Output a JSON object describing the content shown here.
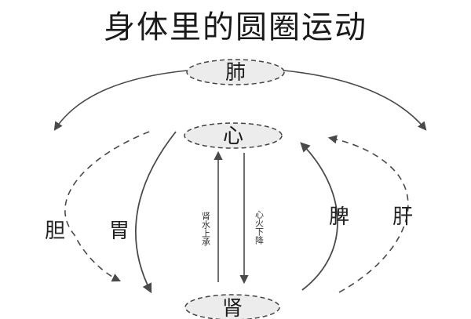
{
  "title": "身体里的圆圈运动",
  "nodes": {
    "lung": "肺",
    "heart": "心",
    "kidney": "肾"
  },
  "organs": {
    "gallbladder": "胆",
    "stomach": "胃",
    "spleen": "脾",
    "liver": "肝"
  },
  "center_arrows": {
    "left_text": "肾水上承",
    "right_text": "心火下降"
  },
  "colors": {
    "line": "#4a4a4a",
    "ellipse_fill": "#ececec",
    "ellipse_stroke": "#444444"
  }
}
